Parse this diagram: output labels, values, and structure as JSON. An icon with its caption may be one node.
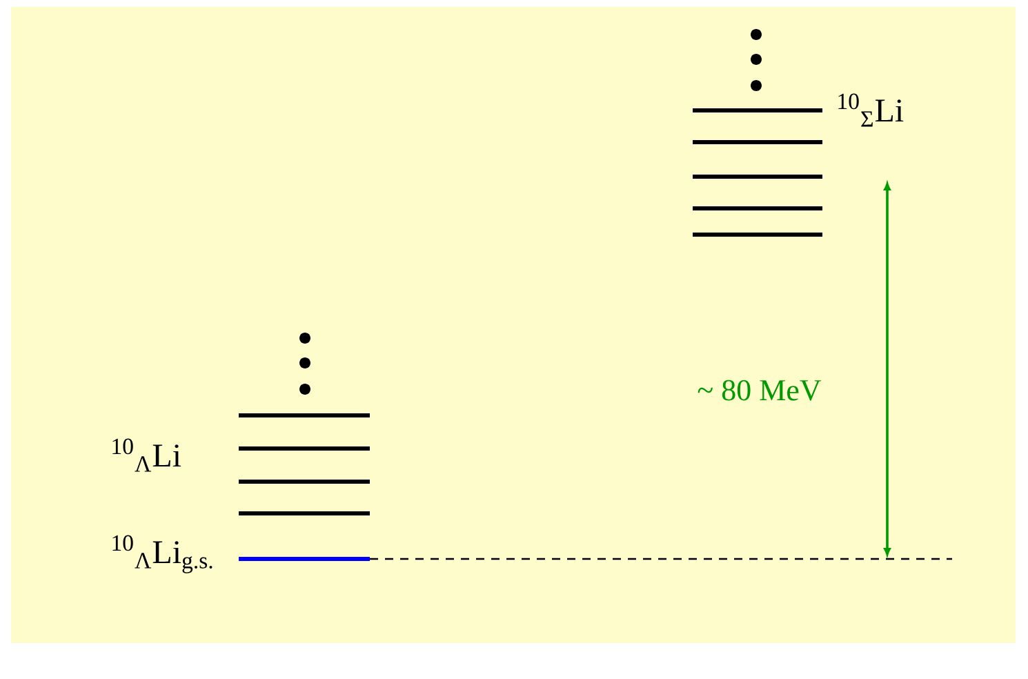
{
  "diagram": {
    "labels": [
      "$^{10}$$_{Σ}$Li",
      "~ 80 MeV",
      "$^{10}$$_{Λ}$Li",
      "$^{10}$$_{Λ}$Li$_{g.s.}$"
    ]
  }
}
